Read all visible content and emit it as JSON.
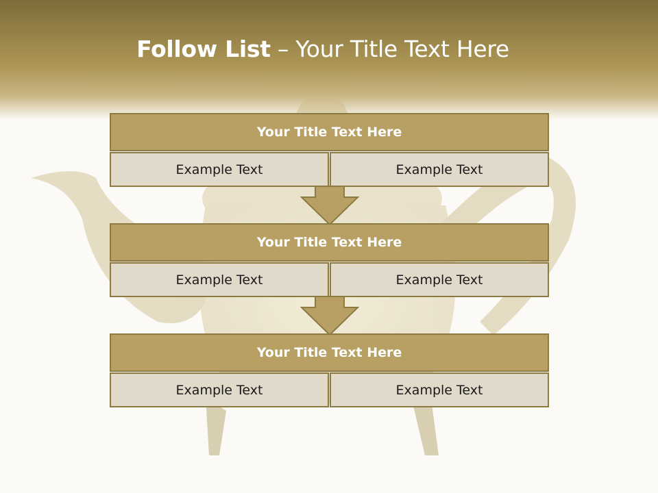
{
  "slide": {
    "title_bold": "Follow List",
    "title_rest": "– Your Title Text Here"
  },
  "blocks": [
    {
      "heading": "Your Title Text Here",
      "left": "Example Text",
      "right": "Example Text"
    },
    {
      "heading": "Your Title Text Here",
      "left": "Example Text",
      "right": "Example Text"
    },
    {
      "heading": "Your Title Text Here",
      "left": "Example Text",
      "right": "Example Text"
    }
  ],
  "colors": {
    "header_band": "#8f7d45",
    "block_heading": "#b8a064",
    "block_cell": "#e1d9ca",
    "border": "#8c7a43",
    "arrow": "#b8a064"
  },
  "icons": {
    "connector": "down-arrow-icon",
    "background": "teapot-photo"
  }
}
